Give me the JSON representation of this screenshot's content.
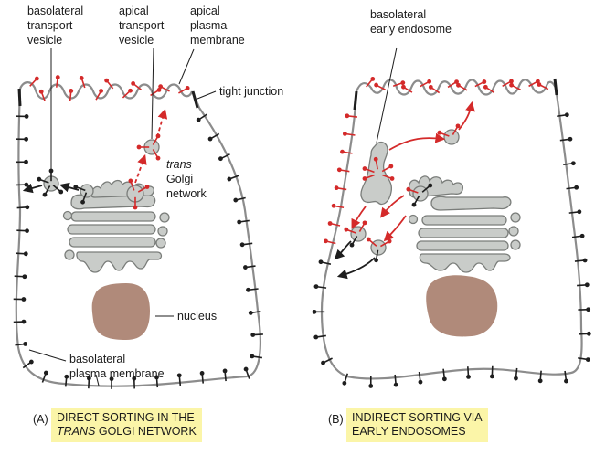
{
  "colors": {
    "membrane": "#8c8c8c",
    "organelle_fill": "#c9ccc9",
    "organelle_stroke": "#7a7d7a",
    "apical_protein": "#d42a2a",
    "basolateral_protein": "#1e1e1e",
    "nucleus": "#b08a7a",
    "caption_highlight": "#fbf5a8"
  },
  "panel_a": {
    "labels": {
      "basolateral_transport_vesicle": [
        "basolateral",
        "transport",
        "vesicle"
      ],
      "apical_transport_vesicle": [
        "apical",
        "transport",
        "vesicle"
      ],
      "apical_plasma_membrane": [
        "apical",
        "plasma",
        "membrane"
      ],
      "tight_junction": "tight junction",
      "trans_golgi_network": [
        "trans",
        "Golgi",
        "network"
      ],
      "nucleus": "nucleus",
      "basolateral_plasma_membrane": [
        "basolateral",
        "plasma membrane"
      ]
    },
    "caption": {
      "letter": "(A)",
      "line1": "DIRECT SORTING IN THE",
      "line2_italic": "TRANS",
      "line2_rest": " GOLGI NETWORK"
    }
  },
  "panel_b": {
    "labels": {
      "basolateral_early_endosome": [
        "basolateral",
        "early endosome"
      ]
    },
    "caption": {
      "letter": "(B)",
      "line1": "INDIRECT SORTING VIA",
      "line2": "EARLY ENDOSOMES"
    }
  }
}
